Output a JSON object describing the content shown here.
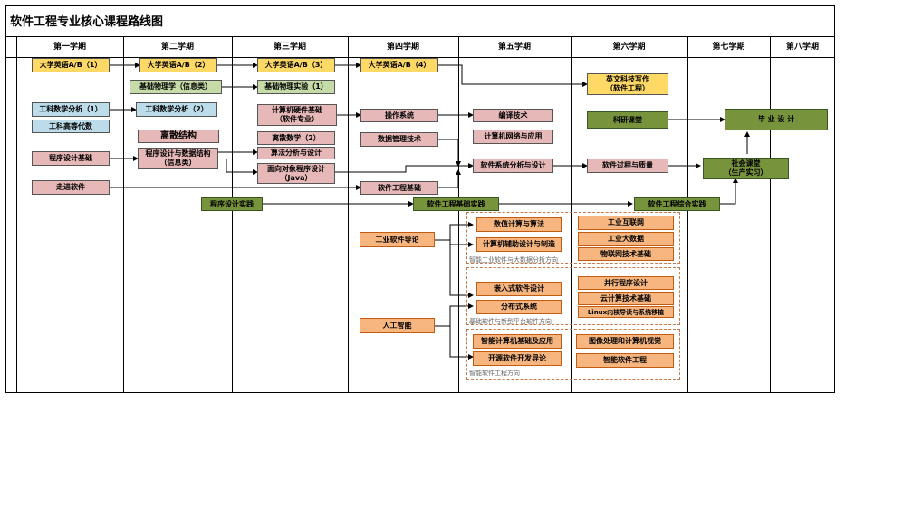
{
  "title": "软件工程专业核心课程路线图",
  "columns": [
    "第一学期",
    "第二学期",
    "第三学期",
    "第四学期",
    "第五学期",
    "第六学期",
    "第七学期",
    "第八学期"
  ],
  "nodes": {
    "eng1": "大学英语A/B（1）",
    "eng2": "大学英语A/B（2）",
    "eng3": "大学英语A/B（3）",
    "eng4": "大学英语A/B（4）",
    "sci_writing": "英文科技写作\n（软件工程）",
    "physics": "基础物理学（信息类）",
    "physics_lab": "基础物理实验（1）",
    "math1": "工科数学分析（1）",
    "math2": "工科数学分析（2）",
    "linear_alg": "工科高等代数",
    "hw_basics": "计算机硬件基础\n（软件专业）",
    "os": "操作系统",
    "compiler": "编译技术",
    "research": "科研课堂",
    "graduation": "毕 业 设 计",
    "discrete": "离散结构",
    "discrete2": "离散数学（2）",
    "database": "数据管理技术",
    "network": "计算机网络与应用",
    "prog_basics": "程序设计基础",
    "prog_ds": "程序设计与数据结构\n（信息类）",
    "algo": "算法分析与设计",
    "oop_java": "面向对象程序设计\n（Java）",
    "sys_analysis": "软件系统分析与设计",
    "process_quality": "软件过程与质量",
    "social": "社会课堂\n（生产实习）",
    "intro_sw": "走进软件",
    "se_basics": "软件工程基础",
    "prog_practice": "程序设计实践",
    "se_practice_basic": "软件工程基础实践",
    "se_practice_comp": "软件工程综合实践",
    "industrial_sw": "工业软件导论",
    "ai": "人工智能",
    "numerical": "数值计算与算法",
    "cad_mfg": "计算机辅助设计与制造",
    "iiot": "工业互联网",
    "industrial_bigdata": "工业大数据",
    "iot_tech": "物联网技术基础",
    "embedded": "嵌入式软件设计",
    "distributed": "分布式系统",
    "parallel": "并行程序设计",
    "cloud": "云计算技术基础",
    "linux": "Linux内核导读与系统移植",
    "intelligent_comp": "智能计算机基础及应用",
    "opensource": "开源软件开发导论",
    "image": "图像处理和计算机视觉",
    "intelligent_se": "智能软件工程"
  },
  "directions": {
    "d1": "智能工业软件与大数据分析方向",
    "d2": "基础软件与新型平台软件方向",
    "d3": "智能软件工程方向"
  }
}
